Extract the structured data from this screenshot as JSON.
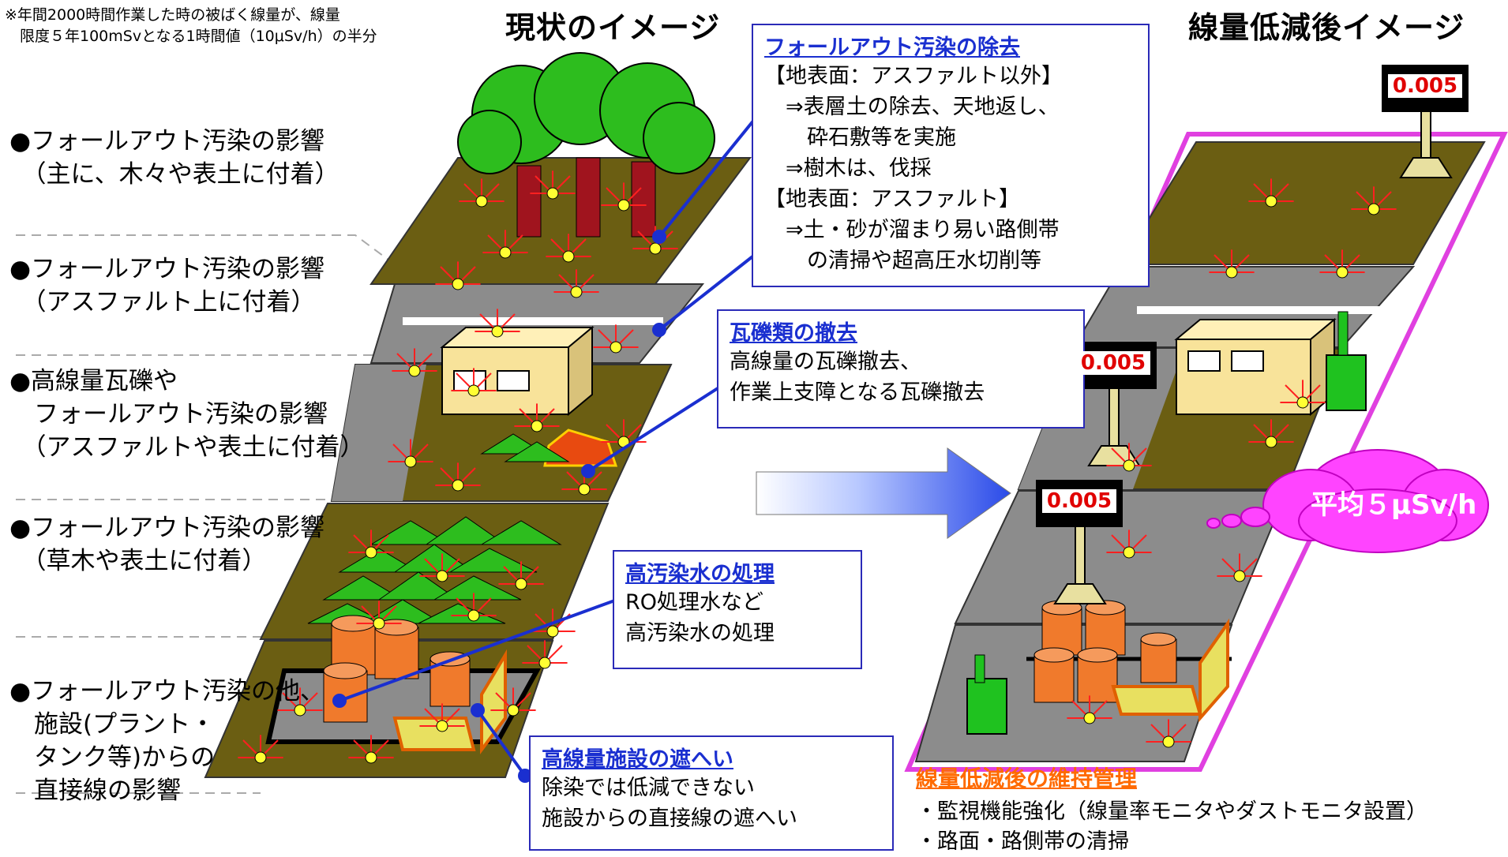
{
  "note": "※年間2000時間作業した時の被ばく線量が、線量\n　限度５年100mSvとなる1時間値（10μSv/h）の半分",
  "titles": {
    "current": "現状のイメージ",
    "after": "線量低減後イメージ"
  },
  "left_labels": [
    "●フォールアウト汚染の影響\n　（主に、木々や表土に付着）",
    "●フォールアウト汚染の影響\n　（アスファルト上に付着）",
    "●高線量瓦礫や\n　フォールアウト汚染の影響\n　（アスファルトや表土に付着）",
    "●フォールアウト汚染の影響\n　（草木や表土に付着）",
    "●フォールアウト汚染の他、\n　施設(プラント・\n　タンク等)からの\n　直接線の影響"
  ],
  "boxes": {
    "fallout": {
      "heading": "フォールアウト汚染の除去",
      "body": "【地表面：アスファルト以外】\n　⇒表層土の除去、天地返し、\n　　砕石敷等を実施\n　⇒樹木は、伐採\n【地表面：アスファルト】\n　⇒土・砂が溜まり易い路側帯\n　　の清掃や超高圧水切削等"
    },
    "rubble": {
      "heading": "瓦礫類の撤去",
      "body": "高線量の瓦礫撤去、\n作業上支障となる瓦礫撤去"
    },
    "water": {
      "heading": "高汚染水の処理",
      "body": "RO処理水など\n高汚染水の処理"
    },
    "shield": {
      "heading": "高線量施設の遮へい",
      "body": "除染では低減できない\n施設からの直接線の遮へい"
    }
  },
  "monitors": [
    "0.005",
    "0.005",
    "0.005"
  ],
  "cloud": "平均５μSv/h",
  "maintenance": {
    "heading": "線量低減後の維持管理",
    "items": "・監視機能強化（線量率モニタやダストモニタ設置）\n・路面・路側帯の清掃"
  },
  "colors": {
    "soil": "#6b5e12",
    "road": "#8c8c8c",
    "tree": "#2dbd1e",
    "trunk": "#a0141e",
    "building": "#f8e39a",
    "tank": "#f07a2c",
    "link": "#1a2fd0",
    "frame": "#e040e0",
    "cloud": "#ff44ff",
    "radiation": "#ff2020",
    "source": "#ffff33"
  }
}
